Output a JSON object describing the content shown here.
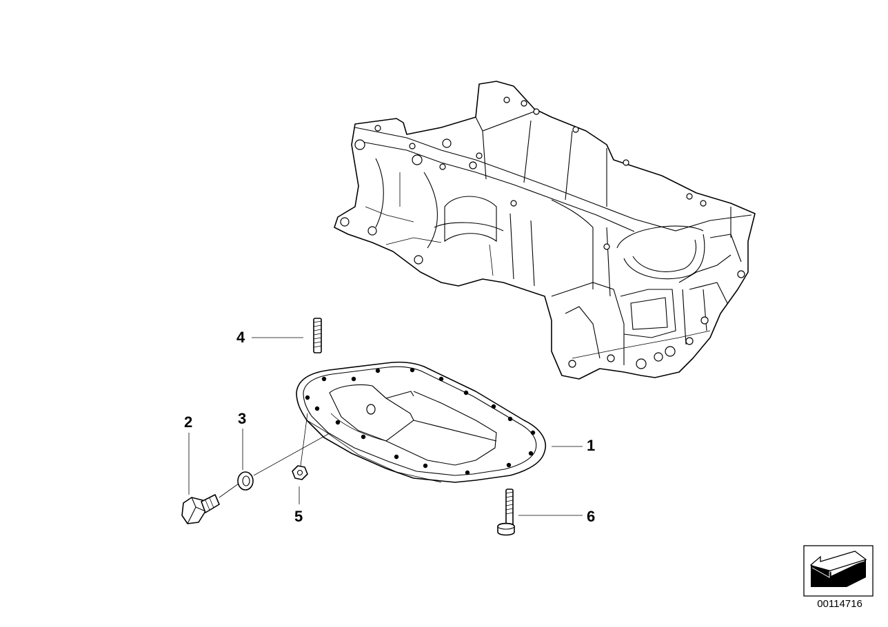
{
  "diagram": {
    "callouts": [
      {
        "id": "1",
        "label": "1"
      },
      {
        "id": "2",
        "label": "2"
      },
      {
        "id": "3",
        "label": "3"
      },
      {
        "id": "4",
        "label": "4"
      },
      {
        "id": "5",
        "label": "5"
      },
      {
        "id": "6",
        "label": "6"
      }
    ],
    "reference_number": "00114716",
    "icons": [
      "engine-block-icon",
      "oil-pan-icon",
      "drain-plug-icon",
      "washer-icon",
      "stud-icon",
      "nut-icon",
      "screw-icon",
      "orientation-arrow-icon"
    ]
  }
}
